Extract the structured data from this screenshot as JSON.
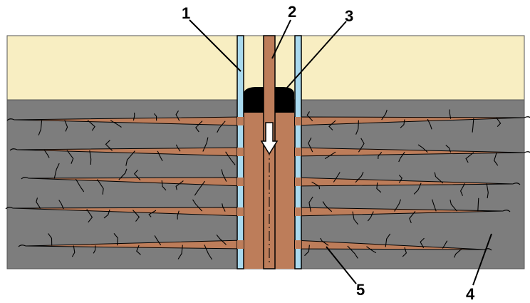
{
  "callouts": [
    {
      "id": "1",
      "label": "1"
    },
    {
      "id": "2",
      "label": "2"
    },
    {
      "id": "3",
      "label": "3"
    },
    {
      "id": "4",
      "label": "4"
    },
    {
      "id": "5",
      "label": "5"
    }
  ],
  "colors": {
    "overburden": "#f8eec2",
    "reservoir": "#7d7d7d",
    "fluid": "#bd7d5a",
    "casing": "#a9d9ee",
    "packer": "#000000",
    "crack": "#000000",
    "background": "#ffffff"
  },
  "fracture_count_per_side": 5,
  "flow_direction": "down"
}
